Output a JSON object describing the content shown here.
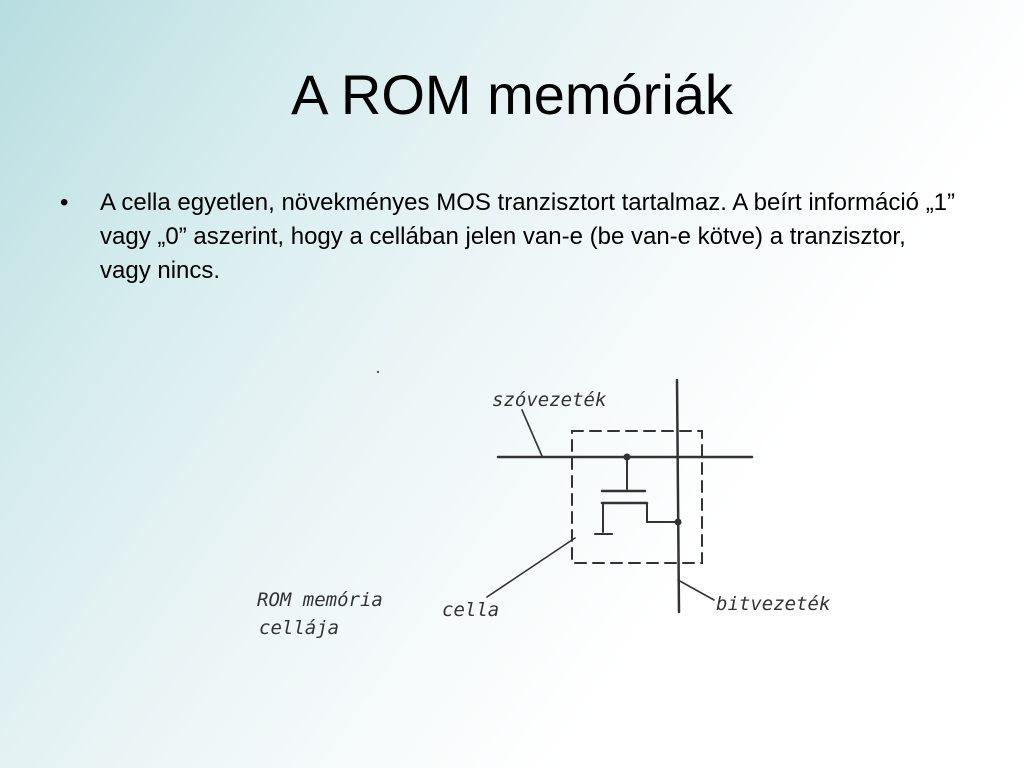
{
  "slide": {
    "title": "A ROM memóriák",
    "bullets": [
      {
        "marker": "•",
        "text": "A cella egyetlen, növekményes MOS tranzisztort tartalmaz. A beírt információ „1” vagy „0” aszerint, hogy a cellában jelen van-e (be van-e kötve) a tranzisztor, vagy nincs."
      }
    ]
  },
  "diagram": {
    "labels": {
      "word_line": "szóvezeték",
      "bit_line": "bitvezeték",
      "cell": "cella",
      "caption_line1": "ROM memória",
      "caption_line2": "cellája"
    },
    "line_color": "#333333"
  }
}
